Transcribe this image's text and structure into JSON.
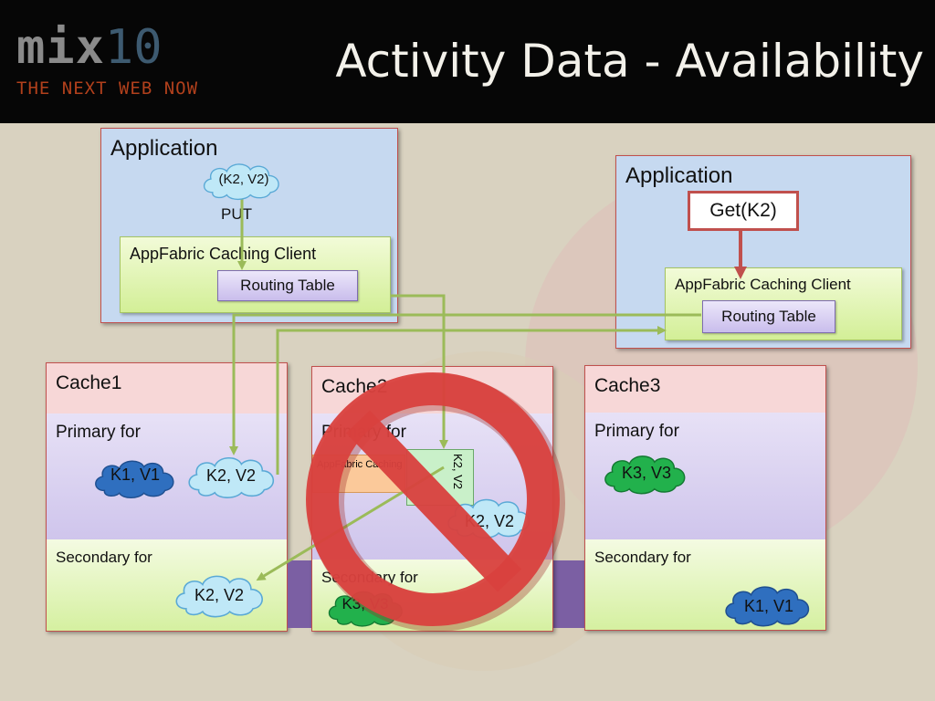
{
  "header": {
    "logo_text": "mix",
    "logo_number": "10",
    "logo_tagline": "THE NEXT WEB NOW",
    "title": "Activity Data - Availability"
  },
  "app_left": {
    "title": "Application",
    "cloud": "(K2, V2)",
    "put_label": "PUT",
    "client_title": "AppFabric Caching Client",
    "routing_table": "Routing Table"
  },
  "app_right": {
    "title": "Application",
    "get_label": "Get(K2)",
    "client_title": "AppFabric Caching Client",
    "routing_table": "Routing Table"
  },
  "cache1": {
    "title": "Cache1",
    "primary_label": "Primary for",
    "primary_items": [
      "K1, V1",
      "K2, V2"
    ],
    "secondary_label": "Secondary for",
    "secondary_items": [
      "K2, V2"
    ]
  },
  "cache2": {
    "title": "Cache2",
    "primary_label": "Primary for",
    "secondary_label": "Secondary for",
    "fragment_rotated": "K2, V2",
    "fragment_cloud": "K2, V2",
    "fragment_client": "AppFabric Caching Client",
    "fragment_secondary_cloud": "K3, V3",
    "status": "unavailable"
  },
  "cache3": {
    "title": "Cache3",
    "primary_label": "Primary for",
    "primary_items": [
      "K3, V3"
    ],
    "secondary_label": "Secondary for",
    "secondary_items": [
      "K1, V1"
    ]
  },
  "colors": {
    "arrow_green": "#9bbb59",
    "arrow_red": "#c0504d",
    "cloud_blue": "#2f6fbf",
    "cloud_light": "#bfe8f7",
    "cloud_green": "#22b14c",
    "forbidden_red": "#d9413e"
  }
}
